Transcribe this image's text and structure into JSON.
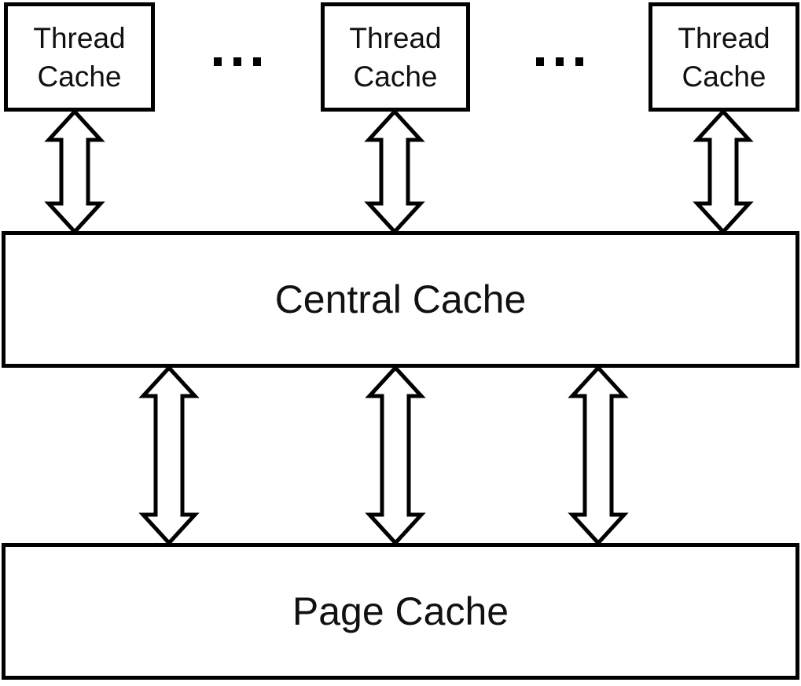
{
  "diagram": {
    "type": "architecture-diagram",
    "background_color": "#ffffff",
    "line_color": "#000000",
    "node_fill_color": "#ffffff",
    "nodes": {
      "thread_cache_1": {
        "label": "Thread Cache"
      },
      "thread_cache_2": {
        "label": "Thread Cache"
      },
      "thread_cache_3": {
        "label": "Thread Cache"
      },
      "central_cache": {
        "label": "Central Cache"
      },
      "page_cache": {
        "label": "Page Cache"
      }
    },
    "ellipsis_left": "...",
    "ellipsis_right": "...",
    "connections": [
      {
        "from": "thread_cache_1",
        "to": "central_cache",
        "style": "double-headed-outline-arrow"
      },
      {
        "from": "thread_cache_2",
        "to": "central_cache",
        "style": "double-headed-outline-arrow"
      },
      {
        "from": "thread_cache_3",
        "to": "central_cache",
        "style": "double-headed-outline-arrow"
      },
      {
        "from": "central_cache",
        "to": "page_cache",
        "style": "double-headed-outline-arrow"
      },
      {
        "from": "central_cache",
        "to": "page_cache",
        "style": "double-headed-outline-arrow"
      },
      {
        "from": "central_cache",
        "to": "page_cache",
        "style": "double-headed-outline-arrow"
      }
    ]
  }
}
